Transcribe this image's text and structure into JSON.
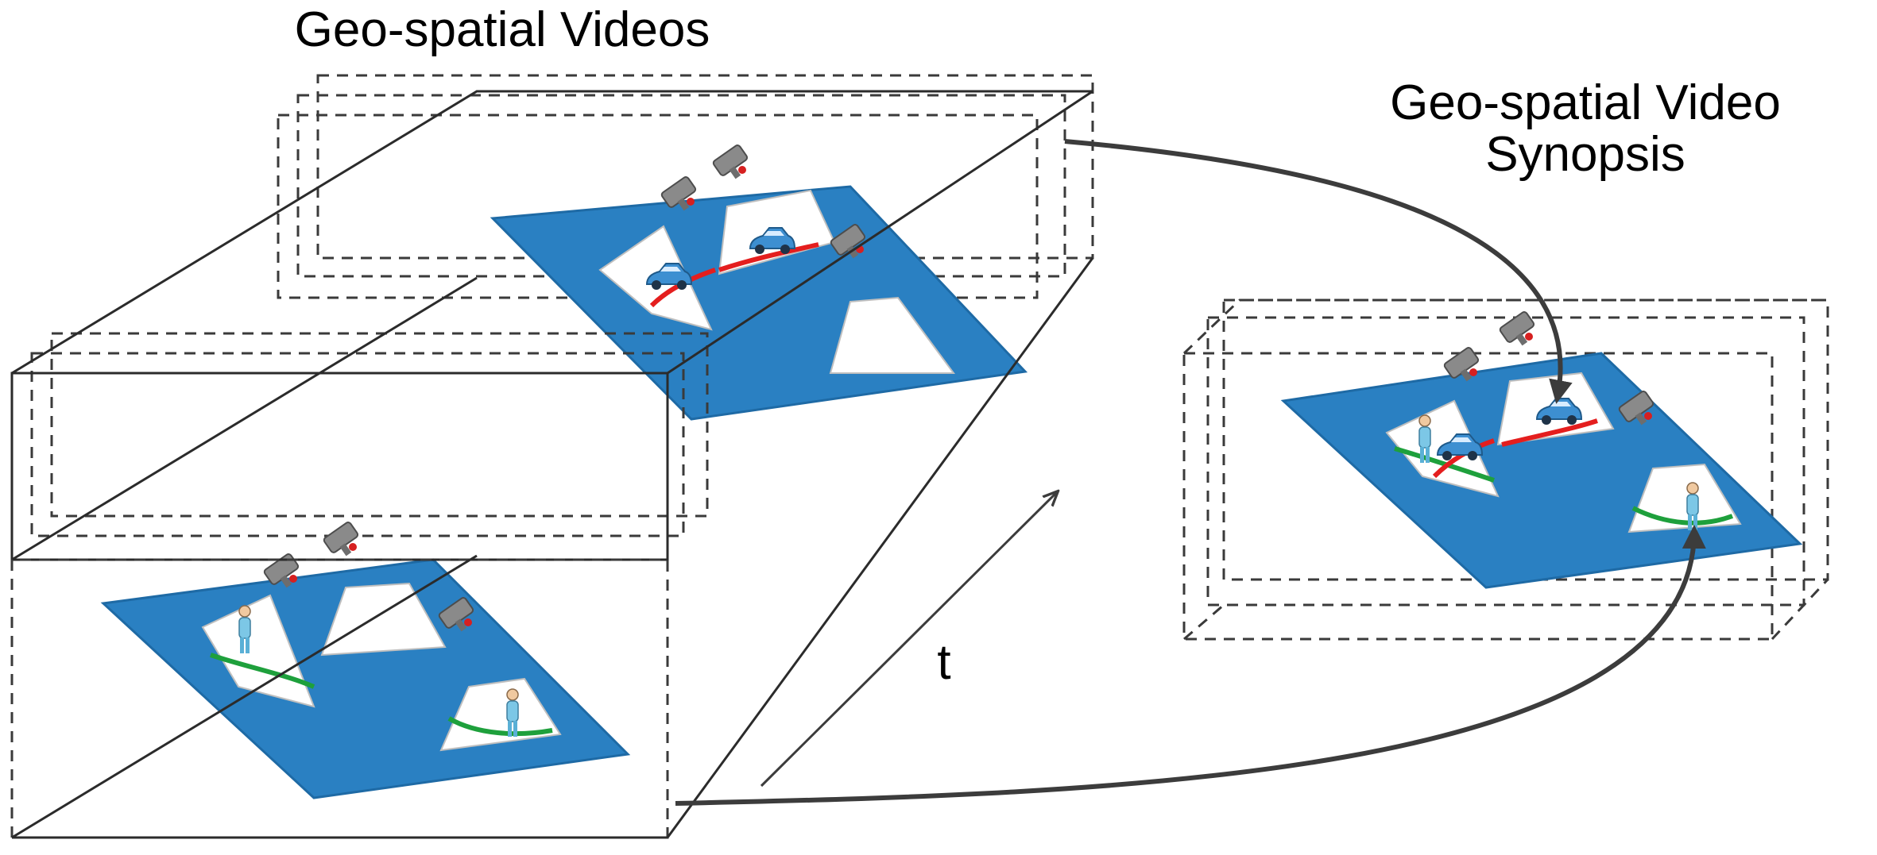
{
  "labels": {
    "geo_spatial_videos": "Geo-spatial Videos",
    "synopsis_line1": "Geo-spatial Video",
    "synopsis_line2": "Synopsis",
    "time_axis": "t"
  },
  "colors": {
    "map_plane": "#2a80c2",
    "camera_view": "#ffffff",
    "vehicle_track": "#e41e1e",
    "person_track": "#1ea03c",
    "box_lines": "#3a3a3a"
  },
  "icons": [
    "camera-icon",
    "car-icon",
    "person-icon"
  ]
}
